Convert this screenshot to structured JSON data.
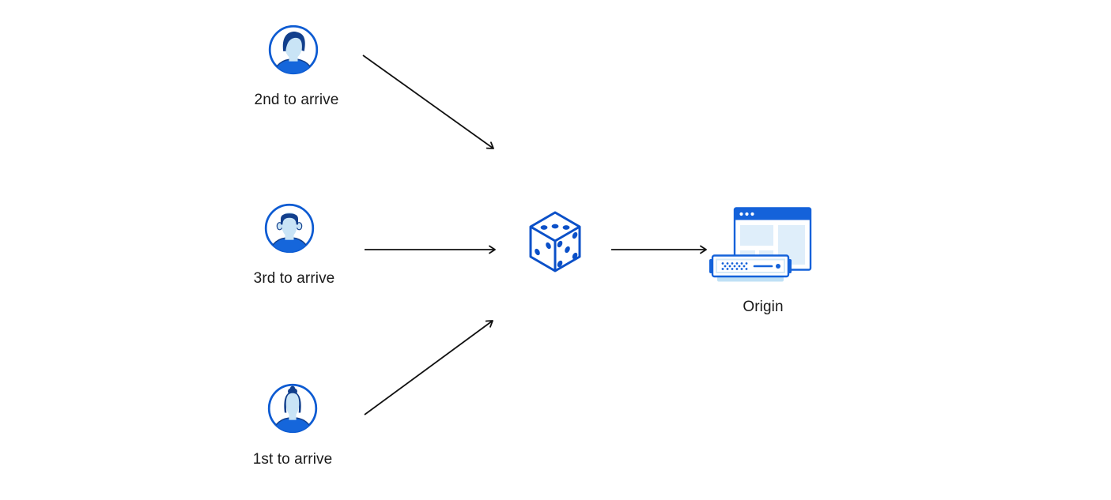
{
  "diagram": {
    "title": "clients to load-balancer (dice) to origin diagram",
    "clients": [
      {
        "label": "2nd to arrive",
        "icon": "male-avatar-icon"
      },
      {
        "label": "3rd to arrive",
        "icon": "male-avatar-flattop-icon"
      },
      {
        "label": "1st to arrive",
        "icon": "female-avatar-icon"
      }
    ],
    "random_selector": {
      "icon": "dice-icon"
    },
    "origin": {
      "label": "Origin",
      "icon": "origin-server-browser-icon"
    },
    "arrows": [
      {
        "from": "client-2nd",
        "to": "dice"
      },
      {
        "from": "client-3rd",
        "to": "dice"
      },
      {
        "from": "client-1st",
        "to": "dice"
      },
      {
        "from": "dice",
        "to": "origin"
      }
    ],
    "colors": {
      "outline_blue": "#0d5bd2",
      "fill_blue": "#1566db",
      "dark_navy": "#123f8c",
      "face_light_blue": "#c9e4f6",
      "pale_block_blue": "#dfeefa",
      "server_base_blue": "#bfe0f5",
      "arrow_black": "#111111",
      "text": "#1a1a1a",
      "background": "#ffffff"
    }
  }
}
